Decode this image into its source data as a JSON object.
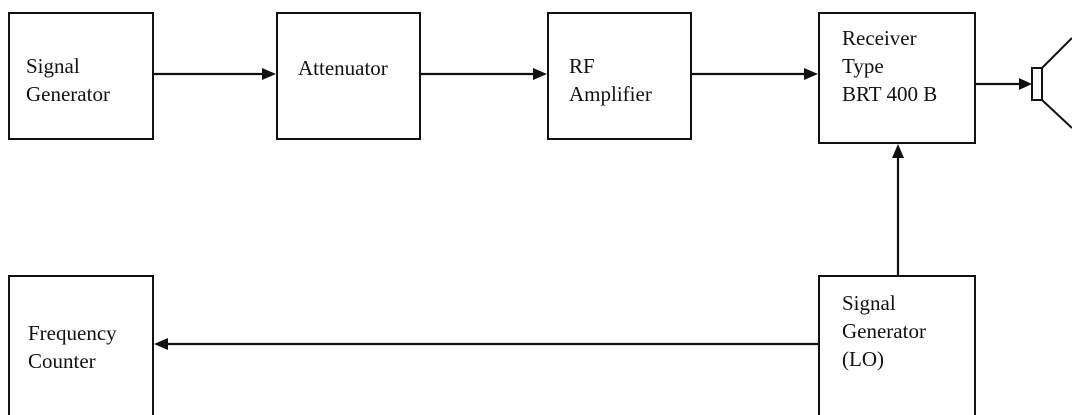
{
  "diagram": {
    "blocks": {
      "signal_generator": {
        "label": "Signal\nGenerator"
      },
      "attenuator": {
        "label": "Attenuator"
      },
      "rf_amplifier": {
        "label": "RF\nAmplifier"
      },
      "receiver": {
        "label": "Receiver\nType\nBRT 400 B"
      },
      "frequency_counter": {
        "label": "Frequency\nCounter"
      },
      "signal_generator_lo": {
        "label": "Signal\nGenerator\n(LO)"
      }
    },
    "connections": [
      {
        "from": "signal_generator",
        "to": "attenuator"
      },
      {
        "from": "attenuator",
        "to": "rf_amplifier"
      },
      {
        "from": "rf_amplifier",
        "to": "receiver"
      },
      {
        "from": "receiver",
        "to": "loudspeaker"
      },
      {
        "from": "signal_generator_lo",
        "to": "receiver"
      },
      {
        "from": "signal_generator_lo",
        "to": "frequency_counter"
      }
    ],
    "output_device": "loudspeaker-icon"
  }
}
